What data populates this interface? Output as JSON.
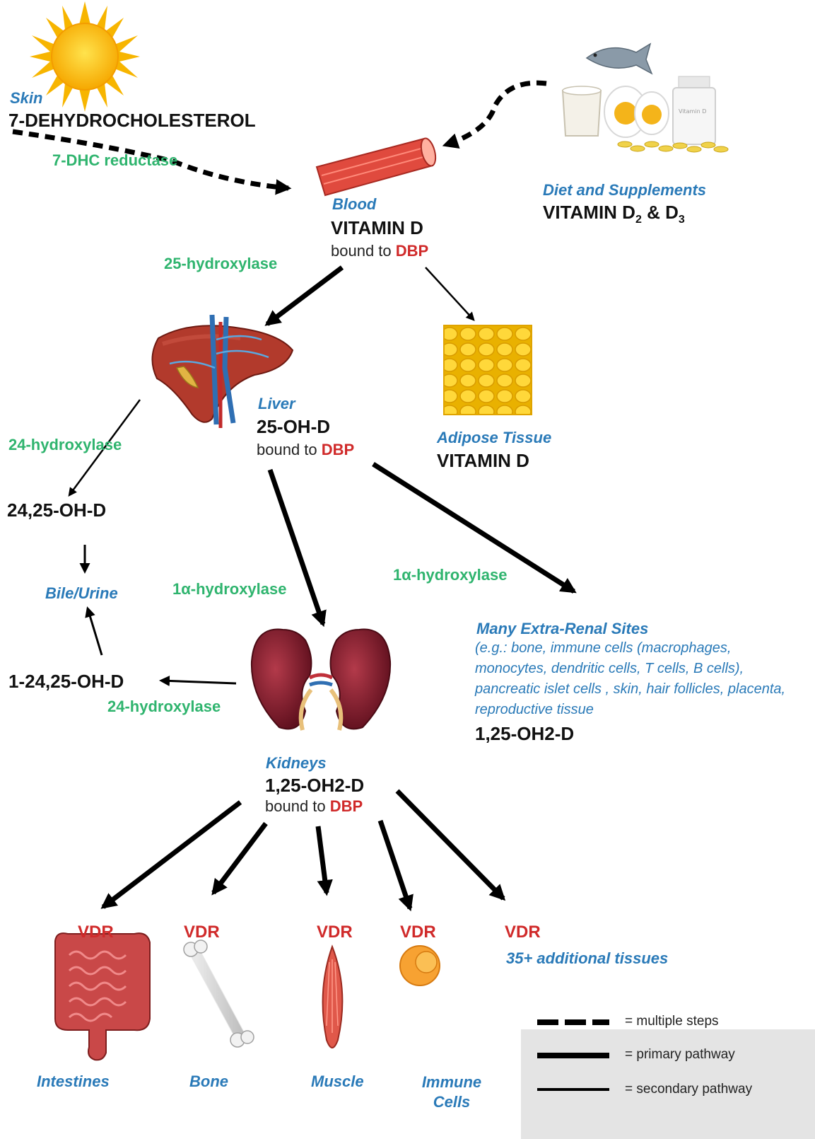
{
  "skin": {
    "location": "Skin",
    "compound": "7-DEHYDROCHOLESTEROL",
    "enzyme": "7-DHC reductase"
  },
  "diet": {
    "location": "Diet and Supplements",
    "compound_prefix": "VITAMIN D",
    "sub1": "2",
    "amp": " & D",
    "sub2": "3"
  },
  "blood": {
    "location": "Blood",
    "compound": "VITAMIN D",
    "bound": "bound to ",
    "dbp": "DBP"
  },
  "enzyme_25": "25-hydroxylase",
  "adipose": {
    "location": "Adipose Tissue",
    "compound": "VITAMIN D"
  },
  "liver": {
    "location": "Liver",
    "compound": "25-OH-D",
    "bound": "bound to ",
    "dbp": "DBP"
  },
  "enzyme_24_liver": "24-hydroxylase",
  "c_2425": "24,25-OH-D",
  "bile": "Bile/Urine",
  "enzyme_1a_left": "1α-hydroxylase",
  "enzyme_1a_right": "1α-hydroxylase",
  "extra_renal": {
    "title": "Many Extra-Renal Sites",
    "desc": "(e.g.: bone, immune cells (macrophages, monocytes, dendritic cells, T cells, B cells), pancreatic islet cells , skin, hair follicles, placenta, reproductive tissue",
    "compound": "1,25-OH2-D"
  },
  "c_12425": "1-24,25-OH-D",
  "enzyme_24_kidney": "24-hydroxylase",
  "kidneys": {
    "location": "Kidneys",
    "compound": "1,25-OH2-D",
    "bound": "bound to ",
    "dbp": "DBP"
  },
  "targets": [
    {
      "vdr": "VDR",
      "label": "Intestines"
    },
    {
      "vdr": "VDR",
      "label": "Bone"
    },
    {
      "vdr": "VDR",
      "label": "Muscle"
    },
    {
      "vdr": "VDR",
      "label": "Immune Cells"
    },
    {
      "vdr": "VDR",
      "label": "35+ additional  tissues"
    }
  ],
  "legend": {
    "dashed": "= multiple steps",
    "thick": "= primary pathway",
    "thin": "= secondary pathway"
  },
  "vitamin_bottle_label": "Vitamin D",
  "colors": {
    "location_blue": "#2a7ab8",
    "enzyme_green": "#2fb46e",
    "dbp_red": "#d02a2a",
    "legend_bg": "#e4e4e4"
  }
}
